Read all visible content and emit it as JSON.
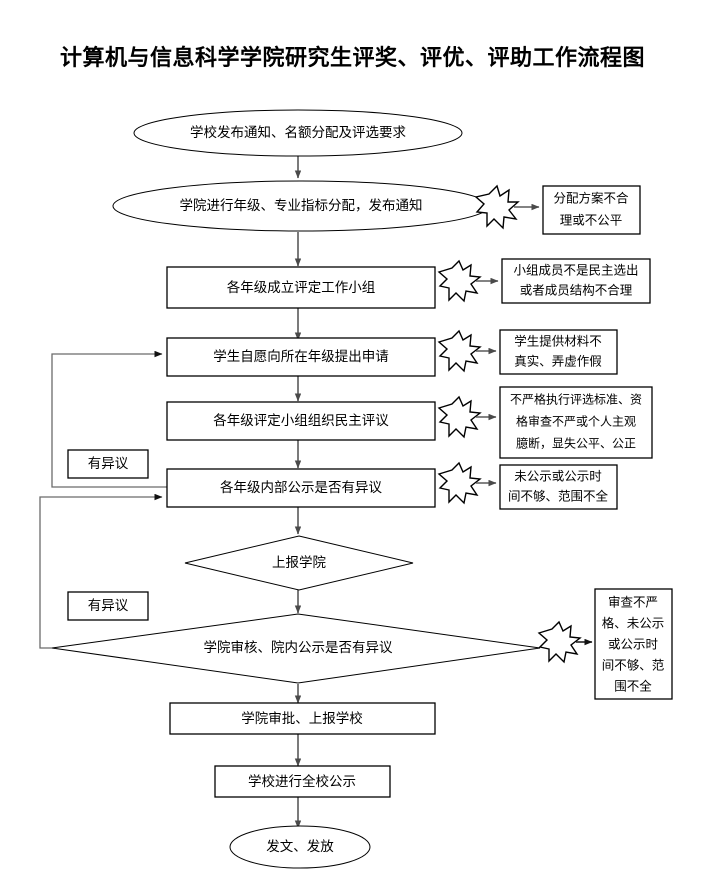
{
  "title": "计算机与信息科学学院研究生评奖、评优、评助工作流程图",
  "flow": {
    "nodes": [
      {
        "id": "n1",
        "shape": "ellipse",
        "label": "学校发布通知、名额分配及评选要求"
      },
      {
        "id": "n2",
        "shape": "ellipse",
        "label": "学院进行年级、专业指标分配，发布通知"
      },
      {
        "id": "n3",
        "shape": "rect",
        "label": "各年级成立评定工作小组"
      },
      {
        "id": "n4",
        "shape": "rect",
        "label": "学生自愿向所在年级提出申请"
      },
      {
        "id": "n5",
        "shape": "rect",
        "label": "各年级评定小组组织民主评议"
      },
      {
        "id": "n6",
        "shape": "rect",
        "label": "各年级内部公示是否有异议"
      },
      {
        "id": "n7",
        "shape": "diamond",
        "label": "上报学院"
      },
      {
        "id": "n8",
        "shape": "diamond",
        "label": "学院审核、院内公示是否有异议"
      },
      {
        "id": "n9",
        "shape": "rect",
        "label": "学院审批、上报学校"
      },
      {
        "id": "n10",
        "shape": "rect",
        "label": "学校进行全校公示"
      },
      {
        "id": "n11",
        "shape": "ellipse",
        "label": "发文、发放"
      }
    ],
    "loop_labels": [
      {
        "id": "l1",
        "label": "有异议"
      },
      {
        "id": "l2",
        "label": "有异议"
      }
    ],
    "risk_notes": [
      {
        "id": "r1",
        "lines": [
          "分配方案不合",
          "理或不公平"
        ]
      },
      {
        "id": "r2",
        "lines": [
          "小组成员不是民主选出",
          "或者成员结构不合理"
        ]
      },
      {
        "id": "r3",
        "lines": [
          "学生提供材料不",
          "真实、弄虚作假"
        ]
      },
      {
        "id": "r4",
        "lines": [
          "不严格执行评选标准、资",
          "格审查不严或个人主观",
          "臆断，显失公平、公正"
        ]
      },
      {
        "id": "r5",
        "lines": [
          "未公示或公示时",
          "间不够、范围不全"
        ]
      },
      {
        "id": "r6",
        "lines": [
          "审查不严",
          "格、未公示",
          "或公示时",
          "间不够、范",
          "围不全"
        ]
      }
    ]
  },
  "colors": {
    "background": "#ffffff",
    "stroke": "#000000",
    "connector": "#5a5a5a",
    "text": "#000000"
  }
}
